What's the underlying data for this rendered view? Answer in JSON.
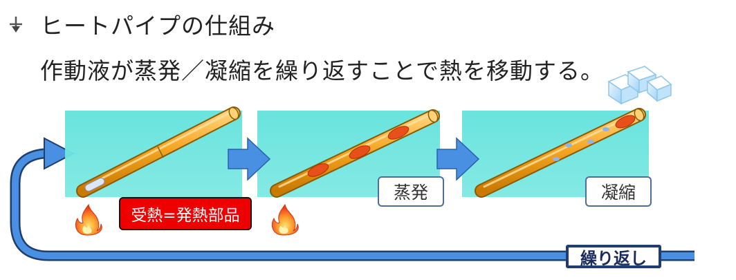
{
  "heading": {
    "text": "ヒートパイプの仕組み"
  },
  "subtitle": "作動液が蒸発／凝縮を繰り返すことで熱を移動する。",
  "labels": {
    "heat_receive": "受熱=発熱部品",
    "evaporation": "蒸発",
    "condensation": "凝縮",
    "repeat": "繰り返し"
  },
  "colors": {
    "panel": "#6fe3df",
    "pipe": "#f5a623",
    "arrow_blue": "#4a90e2",
    "loop_blue": "#3d7fd9",
    "heat_red": "#ee0000",
    "droplet": "#e8501a",
    "bubble": "#8fb4e8"
  },
  "icons": [
    "arrow-bullet-icon",
    "fire-icon",
    "ice-cubes-icon",
    "arrow-right-icon",
    "return-loop-arrow-icon"
  ]
}
